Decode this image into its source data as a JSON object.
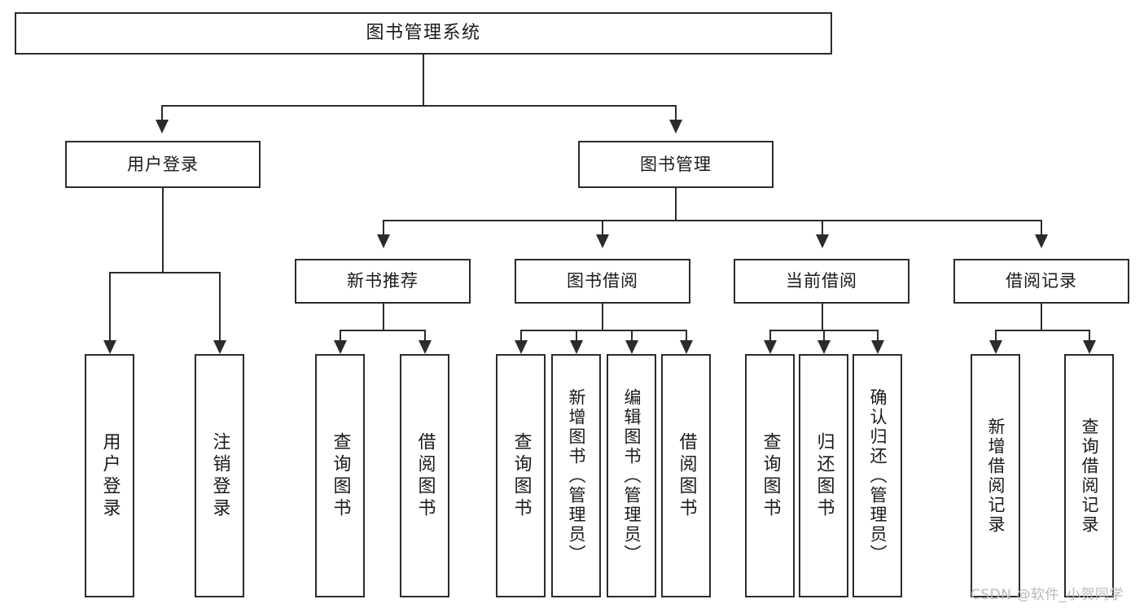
{
  "diagram": {
    "title": "图书管理系统",
    "watermark": "CSDN @软件_小贺同学",
    "root": {
      "label": "图书管理系统"
    },
    "level2": [
      {
        "label": "用户登录"
      },
      {
        "label": "图书管理"
      }
    ],
    "level3": [
      {
        "label": "新书推荐"
      },
      {
        "label": "图书借阅"
      },
      {
        "label": "当前借阅"
      },
      {
        "label": "借阅记录"
      }
    ],
    "leaves": {
      "user_login": [
        {
          "label": "用户登录"
        },
        {
          "label": "注销登录"
        }
      ],
      "new_book_recommend": [
        {
          "label": "查询图书"
        },
        {
          "label": "借阅图书"
        }
      ],
      "book_borrow": [
        {
          "label": "查询图书"
        },
        {
          "label": "新增图书（管理员）"
        },
        {
          "label": "编辑图书（管理员）"
        },
        {
          "label": "借阅图书"
        }
      ],
      "current_borrow": [
        {
          "label": "查询图书"
        },
        {
          "label": "归还图书"
        },
        {
          "label": "确认归还（管理员）"
        }
      ],
      "borrow_record": [
        {
          "label": "新增借阅记录"
        },
        {
          "label": "查询借阅记录"
        }
      ]
    }
  },
  "colors": {
    "stroke": "#2b2b2b",
    "background": "#ffffff",
    "text": "#1a1a1a",
    "watermark": "#b9b9b9"
  }
}
